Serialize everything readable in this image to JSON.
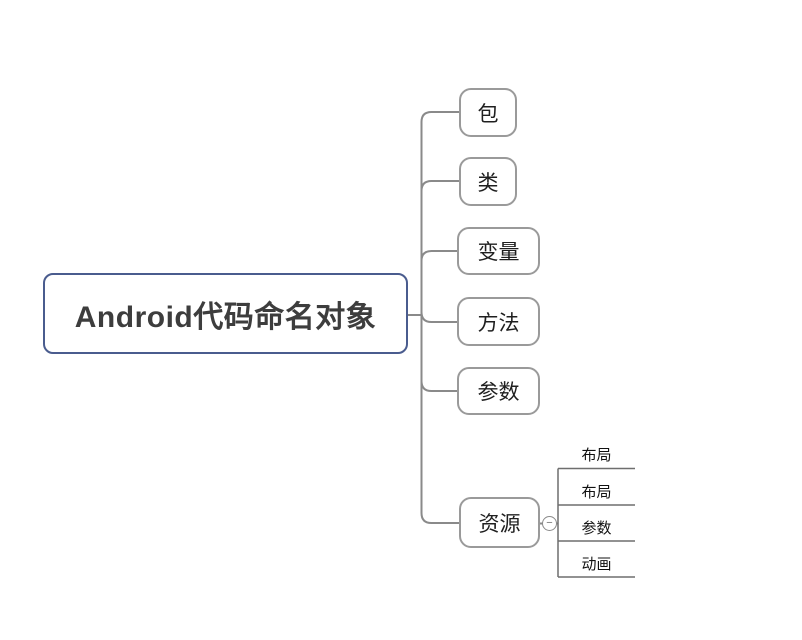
{
  "mindmap": {
    "root": {
      "label": "Android代码命名对象"
    },
    "children": [
      {
        "label": "包"
      },
      {
        "label": "类"
      },
      {
        "label": "变量"
      },
      {
        "label": "方法"
      },
      {
        "label": "参数"
      },
      {
        "label": "资源",
        "collapsed": false,
        "collapse_glyph": "−",
        "children": [
          {
            "label": "布局"
          },
          {
            "label": "布局"
          },
          {
            "label": "参数"
          },
          {
            "label": "动画"
          }
        ]
      }
    ]
  },
  "colors": {
    "root_border": "#4a5c8e",
    "branch_border": "#9a9a9a",
    "connector": "#8a8a8a",
    "sub_connector": "#6e6e6e",
    "title_text": "#3d3d3d",
    "branch_text": "#1f1f1f"
  }
}
